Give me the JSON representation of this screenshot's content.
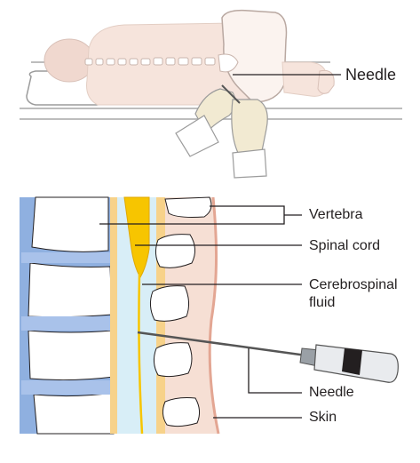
{
  "top_panel": {
    "needle_label": "Needle"
  },
  "bottom_panel": {
    "labels": {
      "vertebra": "Vertebra",
      "spinal_cord": "Spinal cord",
      "csf_line1": "Cerebrospinal",
      "csf_line2": "fluid",
      "needle": "Needle",
      "skin": "Skin"
    }
  },
  "colors": {
    "vertebra_blue": "#8fb0e0",
    "spinal_cord": "#f7c500",
    "csf": "#d8eef7",
    "dura": "#f7d28a",
    "tissue": "#f6dfd4",
    "skin_line": "#e3a693",
    "bone": "#ffffff",
    "outline": "#231f20"
  }
}
